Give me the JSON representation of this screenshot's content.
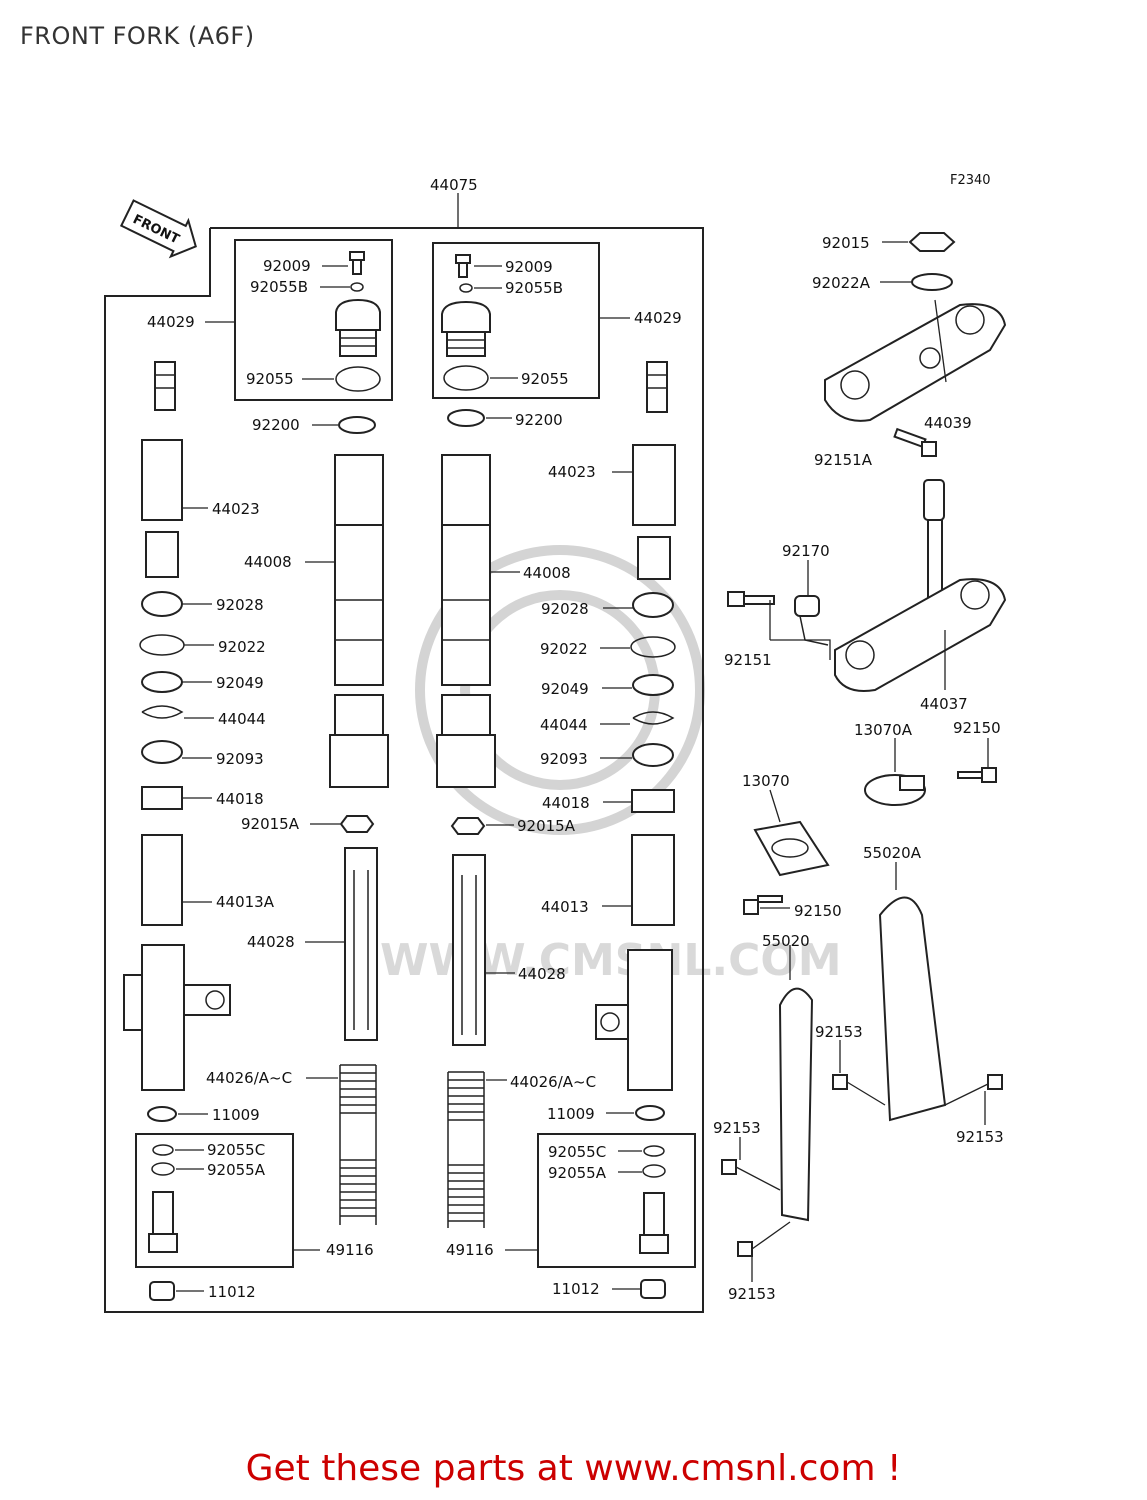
{
  "page": {
    "title": "FRONT FORK (A6F)",
    "figure_code": "F2340",
    "front_label": "FRONT",
    "watermark": "WWW.CMSNL.COM",
    "promo": "Get these parts at www.cmsnl.com !"
  },
  "callouts": {
    "c44075": "44075",
    "c44029_l": "44029",
    "c44029_r": "44029",
    "c92009_l": "92009",
    "c92009_r": "92009",
    "c92055B_l": "92055B",
    "c92055B_r": "92055B",
    "c92055_l": "92055",
    "c92055_r": "92055",
    "c92200_l": "92200",
    "c92200_r": "92200",
    "c44023_l": "44023",
    "c44023_r": "44023",
    "c44008_l": "44008",
    "c44008_r": "44008",
    "c92028_l": "92028",
    "c92028_r": "92028",
    "c92022_l": "92022",
    "c92022_r": "92022",
    "c92049_l": "92049",
    "c92049_r": "92049",
    "c44044_l": "44044",
    "c44044_r": "44044",
    "c92093_l": "92093",
    "c92093_r": "92093",
    "c44018_l": "44018",
    "c44018_r": "44018",
    "c92015A_l": "92015A",
    "c92015A_r": "92015A",
    "c44013A": "44013A",
    "c44013": "44013",
    "c44028_l": "44028",
    "c44028_r": "44028",
    "c44026_l": "44026/A~C",
    "c44026_r": "44026/A~C",
    "c11009_l": "11009",
    "c11009_r": "11009",
    "c92055C_l": "92055C",
    "c92055C_r": "92055C",
    "c92055A_l": "92055A",
    "c92055A_r": "92055A",
    "c49116_l": "49116",
    "c49116_r": "49116",
    "c11012_l": "11012",
    "c11012_r": "11012",
    "c92015": "92015",
    "c92022A": "92022A",
    "c44039": "44039",
    "c92151A": "92151A",
    "c92170": "92170",
    "c92151": "92151",
    "c44037": "44037",
    "c13070A": "13070A",
    "c92150_t": "92150",
    "c92150_b": "92150",
    "c13070": "13070",
    "c55020A": "55020A",
    "c55020": "55020",
    "c92153_a": "92153",
    "c92153_b": "92153",
    "c92153_c": "92153",
    "c92153_d": "92153"
  }
}
